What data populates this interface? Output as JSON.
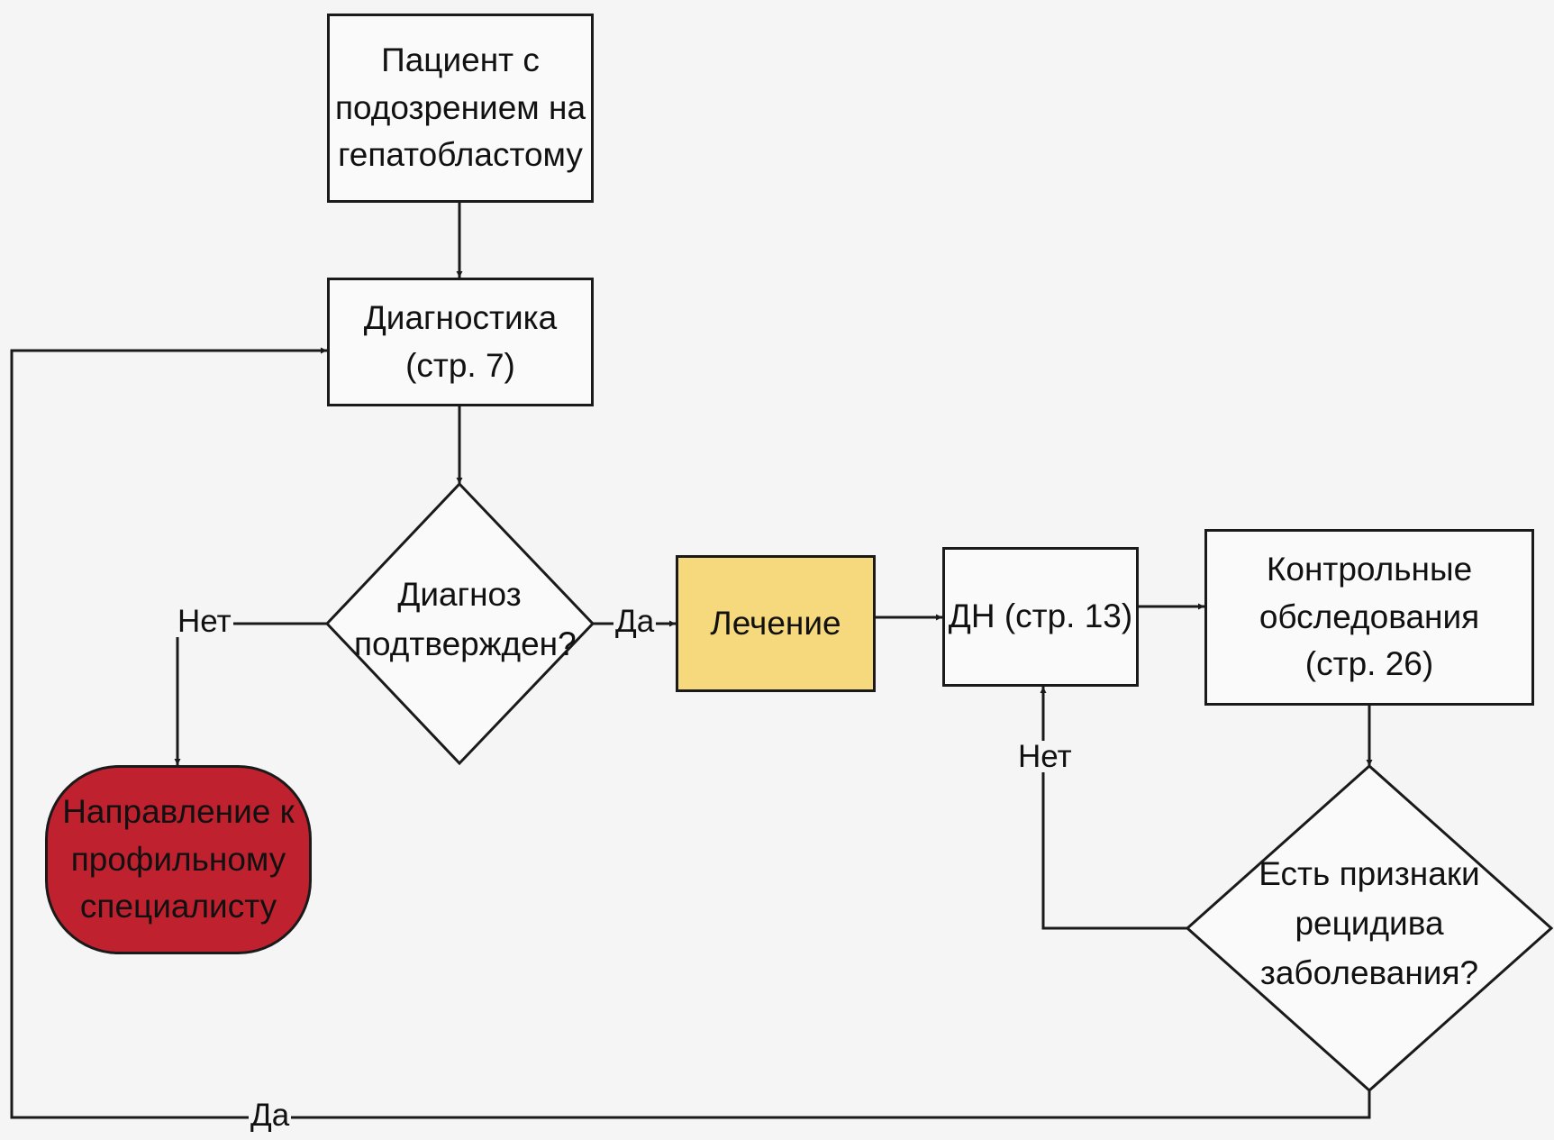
{
  "nodes": {
    "patient": "Пациент с\nподозрением на\nгепатобластому",
    "diagnostics": "Диагностика\n(стр. 7)",
    "diagnosis_confirmed": "Диагноз\nподтвержден?",
    "treatment": "Лечение",
    "dn": "ДН (стр. 13)",
    "control": "Контрольные\nобследования\n(стр. 26)",
    "referral": "Направление к\nпрофильному\nспециалисту",
    "relapse": "Есть признаки\nрецидива\nзаболевания?"
  },
  "edge_labels": {
    "no_confirm": "Нет",
    "yes_confirm": "Да",
    "no_relapse": "Нет",
    "yes_relapse": "Да"
  },
  "colors": {
    "treatment_fill": "#f7d97d",
    "referral_fill": "#c0212f",
    "line": "#1a1a1a"
  }
}
